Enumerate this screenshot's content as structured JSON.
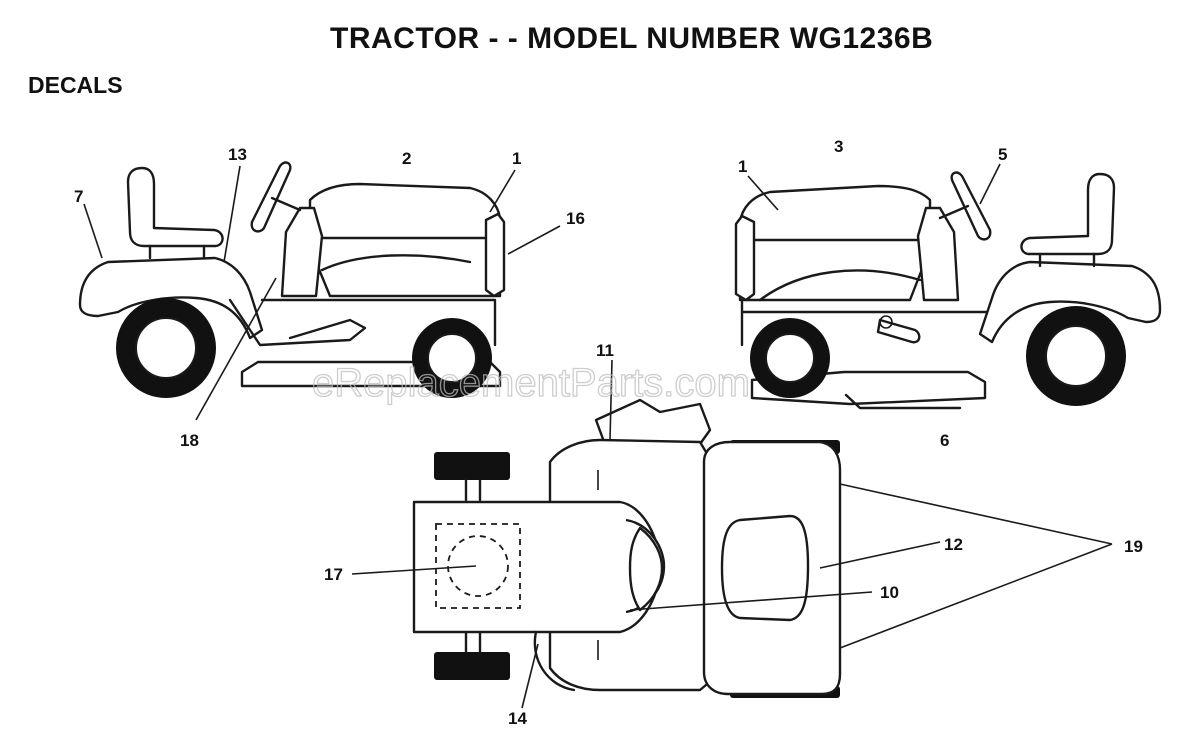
{
  "title": "TRACTOR - - MODEL NUMBER WG1236B",
  "section_label": "DECALS",
  "watermark": "eReplacementParts.com",
  "callouts": {
    "left_view": [
      "13",
      "2",
      "1",
      "7",
      "16",
      "18"
    ],
    "right_view": [
      "1",
      "3",
      "5"
    ],
    "top_view": [
      "11",
      "6",
      "12",
      "19",
      "17",
      "10",
      "14"
    ]
  }
}
